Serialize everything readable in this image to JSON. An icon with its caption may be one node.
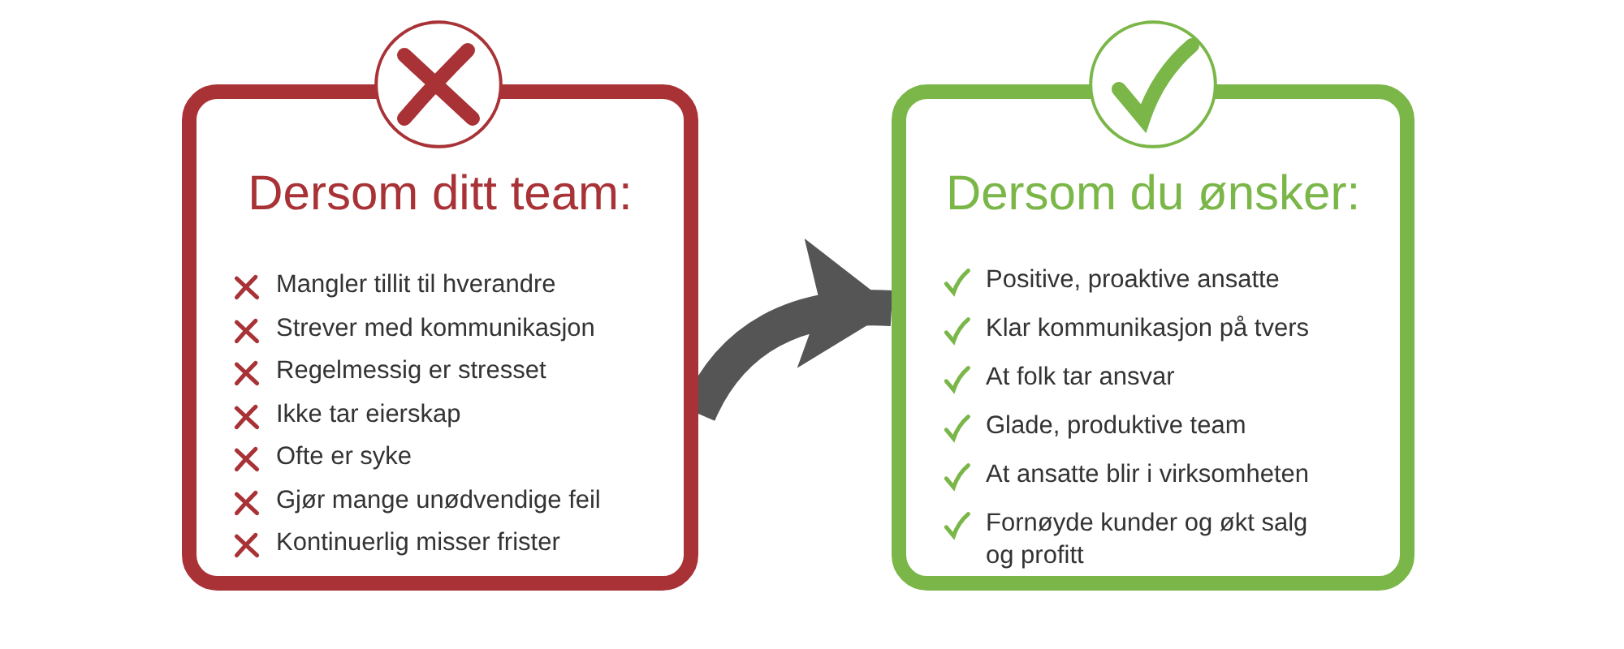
{
  "diagram": {
    "nodes": [
      {
        "text": [
          "Dersom ditt team:",
          "Mangler tillit til hverandre",
          "Strever med kommunikasjon",
          "Regelmessig er stresset",
          "Ikke tar eierskap",
          "Ofte er syke",
          "Gjør mange unødvendige feil",
          "Kontinuerlig misser frister"
        ]
      },
      {
        "text": [
          "Dersom du ønsker:",
          "Positive, proaktive ansatte",
          "Klar kommunikasjon på tvers",
          "At folk tar ansvar",
          "Glade, produktive team",
          "At ansatte blir i virksomheten",
          "Fornøyde kunder og økt salg og profitt"
        ]
      }
    ],
    "edges": [
      {
        "from": 0,
        "to": 1,
        "arrow": "to"
      }
    ]
  }
}
